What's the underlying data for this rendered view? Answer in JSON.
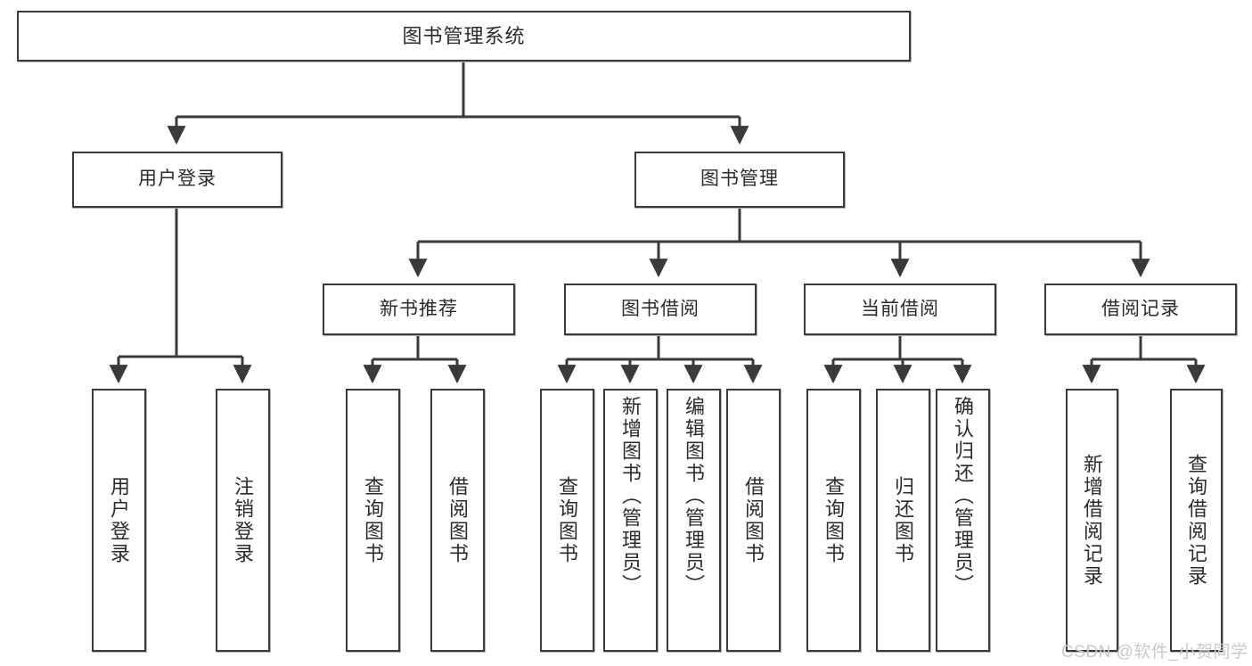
{
  "diagram": {
    "title": "图书管理系统",
    "type": "function-structure-tree",
    "colors": {
      "box_border": "#3a3a3a",
      "box_fill": "#ffffff",
      "connector": "#3a3a3a",
      "text": "#2b2b2b",
      "watermark": "#c9c9c9",
      "background": "#ffffff"
    },
    "root": {
      "label": "图书管理系统"
    },
    "level1": [
      {
        "label": "用户登录"
      },
      {
        "label": "图书管理"
      }
    ],
    "level2": [
      {
        "label": "新书推荐"
      },
      {
        "label": "图书借阅"
      },
      {
        "label": "当前借阅"
      },
      {
        "label": "借阅记录"
      }
    ],
    "leaves": {
      "user_login": [
        {
          "label": "用户登录"
        },
        {
          "label": "注销登录"
        }
      ],
      "new_book_recommend": [
        {
          "label": "查询图书"
        },
        {
          "label": "借阅图书"
        }
      ],
      "book_borrow": [
        {
          "label": "查询图书"
        },
        {
          "label": "新增图书（管理员）"
        },
        {
          "label": "编辑图书（管理员）"
        },
        {
          "label": "借阅图书"
        }
      ],
      "current_borrow": [
        {
          "label": "查询图书"
        },
        {
          "label": "归还图书"
        },
        {
          "label": "确认归还（管理员）"
        }
      ],
      "borrow_record": [
        {
          "label": "新增借阅记录"
        },
        {
          "label": "查询借阅记录"
        }
      ]
    },
    "watermark": "CSDN @软件_小贺同学"
  }
}
